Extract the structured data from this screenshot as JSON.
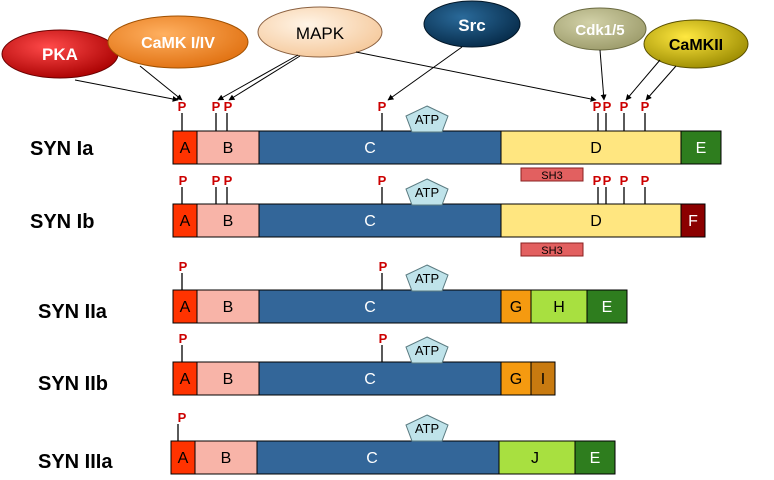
{
  "colors": {
    "A": "#ff3300",
    "B": "#f8b4a8",
    "C": "#336699",
    "D": "#ffe680",
    "E": "#2e7d1e",
    "F": "#8b0000",
    "G": "#f59a10",
    "H": "#a8e040",
    "I": "#c87a10",
    "J": "#a8e040",
    "SH3": "#e26060",
    "ATP": "#bfe3ea",
    "phospho": "#cc0000",
    "kinase_PKA": "#cc0000",
    "kinase_CaMKIIV": "#f08a30",
    "kinase_MAPK": "#fbe0c2",
    "kinase_Src": "#0f3d63",
    "kinase_Cdk": "#b9b88a",
    "kinase_CaMKII": "#c8b400"
  },
  "kinases": [
    {
      "id": "pka",
      "label": "PKA",
      "color_key": "kinase_PKA",
      "text_color": "#ffffff"
    },
    {
      "id": "camki-iv",
      "label": "CaMK I/IV",
      "color_key": "kinase_CaMKIIV",
      "text_color": "#ffffff"
    },
    {
      "id": "mapk",
      "label": "MAPK",
      "color_key": "kinase_MAPK",
      "text_color": "#000000"
    },
    {
      "id": "src",
      "label": "Src",
      "color_key": "kinase_Src",
      "text_color": "#ffffff"
    },
    {
      "id": "cdk",
      "label": "Cdk1/5",
      "color_key": "kinase_Cdk",
      "text_color": "#ffffff"
    },
    {
      "id": "camkii",
      "label": "CaMKII",
      "color_key": "kinase_CaMKII",
      "text_color": "#000000"
    }
  ],
  "phospho_label": "P",
  "sh3_label": "SH3",
  "atp_label": "ATP",
  "isoforms": [
    {
      "name": "SYN Ia",
      "domains": [
        "A",
        "B",
        "C",
        "D",
        "E"
      ],
      "sh3": true,
      "phospho_count": 8
    },
    {
      "name": "SYN Ib",
      "domains": [
        "A",
        "B",
        "C",
        "D",
        "F"
      ],
      "sh3": true,
      "phospho_count": 8
    },
    {
      "name": "SYN IIa",
      "domains": [
        "A",
        "B",
        "C",
        "G",
        "H",
        "E"
      ],
      "sh3": false,
      "phospho_count": 2
    },
    {
      "name": "SYN IIb",
      "domains": [
        "A",
        "B",
        "C",
        "G",
        "I"
      ],
      "sh3": false,
      "phospho_count": 2
    },
    {
      "name": "SYN IIIa",
      "domains": [
        "A",
        "B",
        "C",
        "J",
        "E"
      ],
      "sh3": false,
      "phospho_count": 1
    }
  ]
}
